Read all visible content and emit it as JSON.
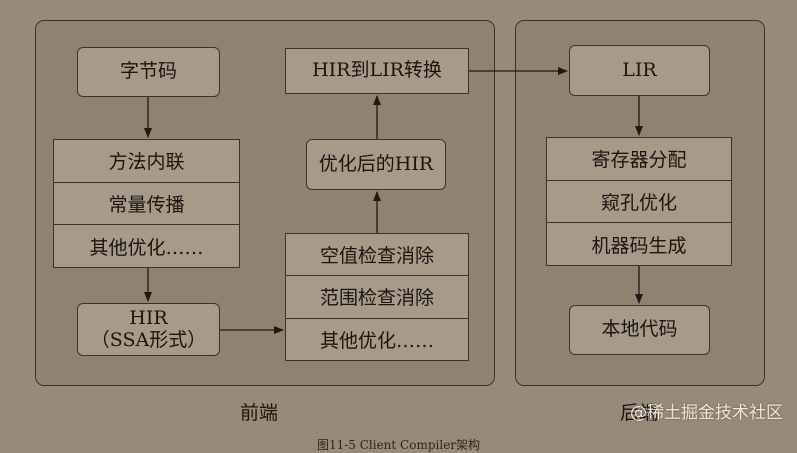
{
  "frontend": {
    "label": "前端",
    "bytecode": "字节码",
    "opt_stack": [
      "方法内联",
      "常量传播",
      "其他优化……"
    ],
    "hir_ssa": {
      "line1": "HIR",
      "line2": "（SSA形式）"
    },
    "hir_opt_stack": [
      "空值检查消除",
      "范围检查消除",
      "其他优化……"
    ],
    "optimized_hir": "优化后的HIR",
    "hir_to_lir": "HIR到LIR转换"
  },
  "backend": {
    "label": "后端",
    "lir": "LIR",
    "stack": [
      "寄存器分配",
      "窥孔优化",
      "机器码生成"
    ],
    "native_code": "本地代码"
  },
  "caption": "图11-5   Client Compiler架构",
  "watermark": "@稀土掘金技术社区",
  "colors": {
    "background": "#978a79",
    "box": "#a79a88",
    "border": "#3b332a"
  }
}
